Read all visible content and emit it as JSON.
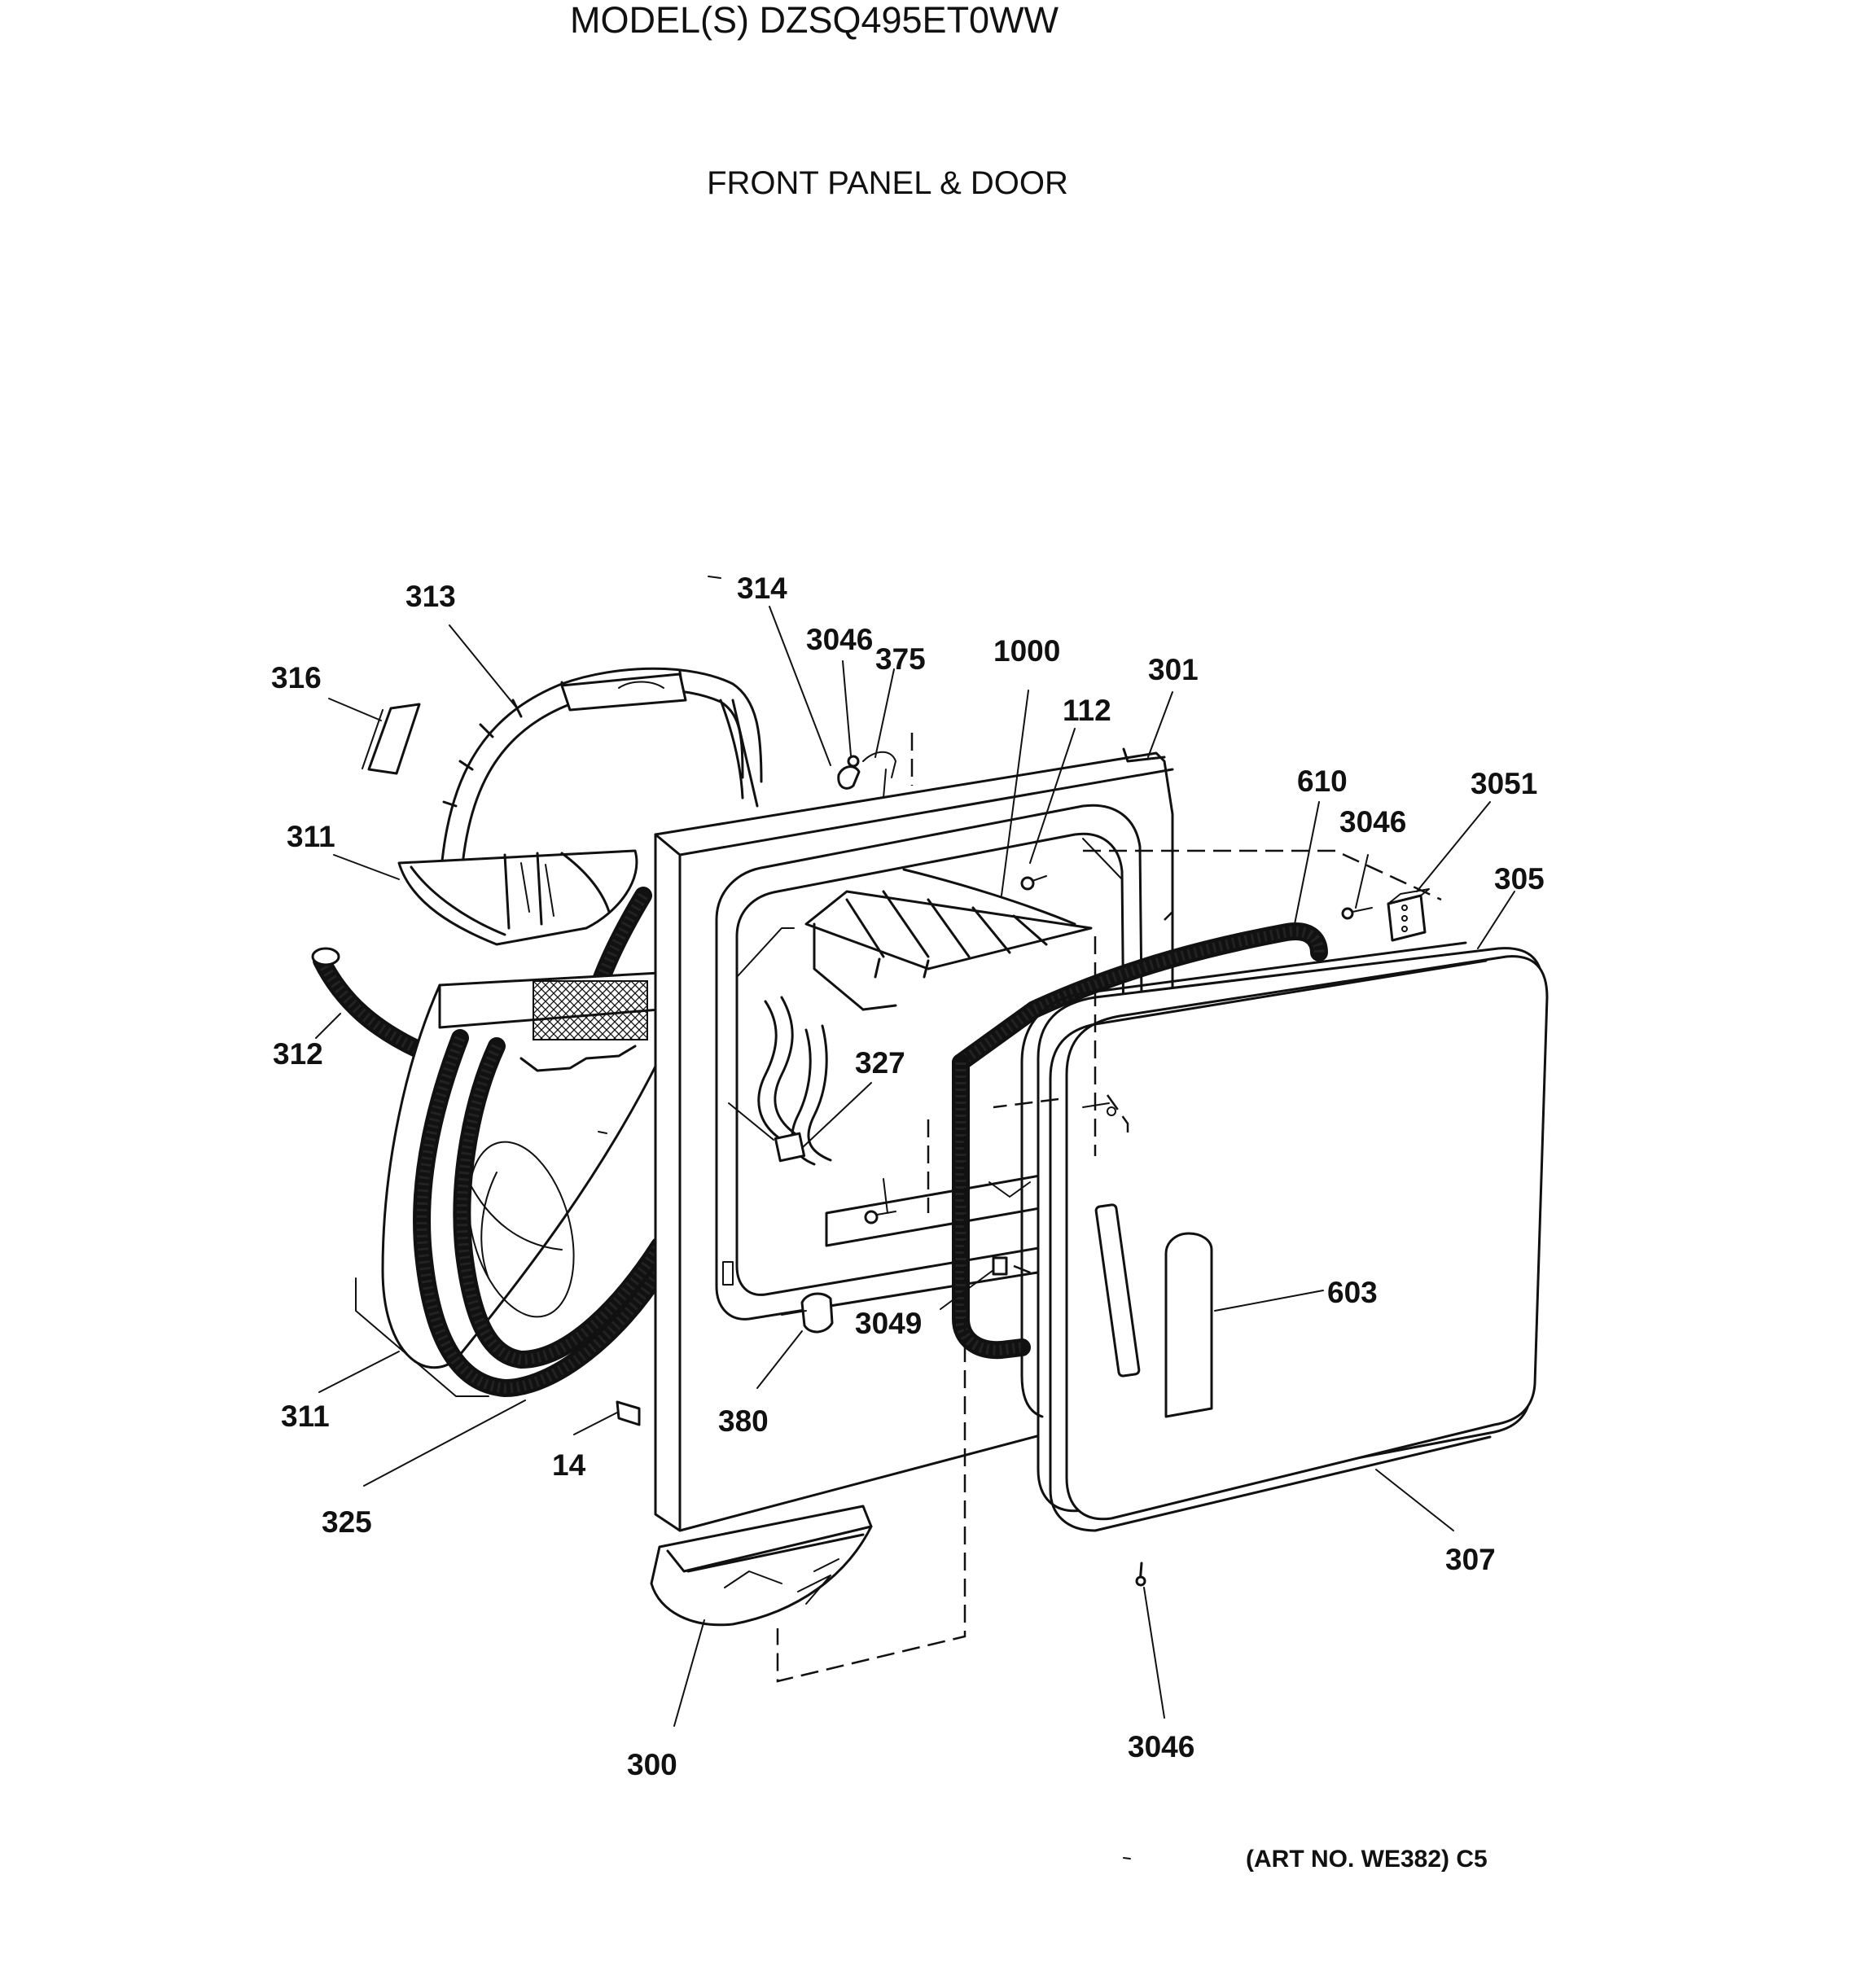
{
  "header": {
    "model_line": "MODEL(S) DZSQ495ET0WW",
    "section_title": "FRONT PANEL & DOOR"
  },
  "callouts": {
    "c313": "313",
    "c316": "316",
    "c314": "314",
    "c3046_top": "3046",
    "c375": "375",
    "c1000": "1000",
    "c301": "301",
    "c112": "112",
    "c610": "610",
    "c3051": "3051",
    "c3046_right": "3046",
    "c305": "305",
    "c311_top": "311",
    "c312": "312",
    "c327": "327",
    "c603": "603",
    "c3049": "3049",
    "c380": "380",
    "c311_bottom": "311",
    "c14": "14",
    "c325": "325",
    "c307": "307",
    "c300": "300",
    "c3046_bottom": "3046"
  },
  "footer": {
    "art_number": "(ART NO. WE382) C5"
  }
}
